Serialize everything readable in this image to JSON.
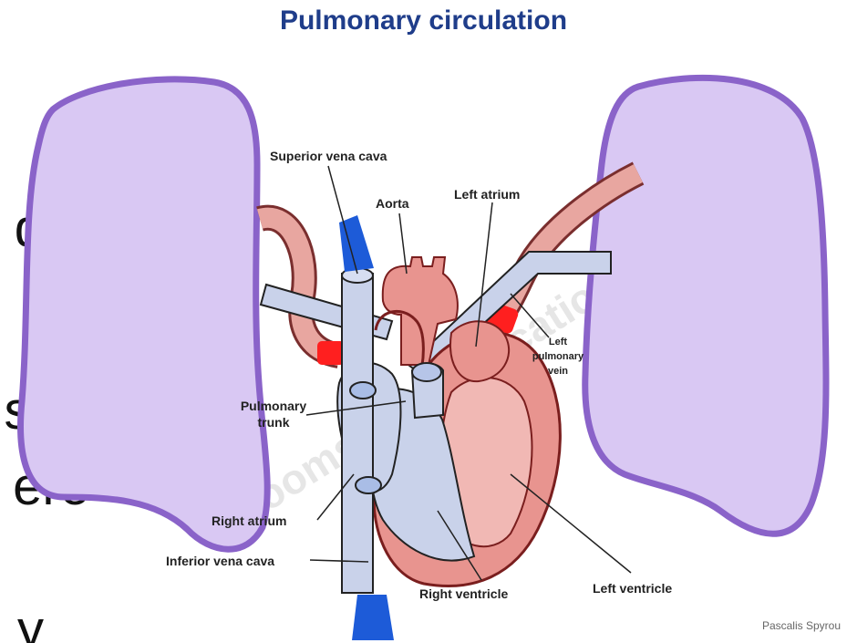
{
  "title": "Pulmonary circulation",
  "slide_text_fragments": [
    "d",
    "sed",
    "ere",
    "y"
  ],
  "labels": {
    "superior_vena_cava": "Superior vena cava",
    "aorta": "Aorta",
    "left_atrium": "Left atrium",
    "left_pulmonary_vein_line1": "Left",
    "left_pulmonary_vein_line2": "pulmonary",
    "left_pulmonary_vein_line3": "vein",
    "pulmonary_trunk_line1": "Pulmonary",
    "pulmonary_trunk_line2": "trunk",
    "right_atrium": "Right atrium",
    "inferior_vena_cava": "Inferior vena cava",
    "right_ventricle": "Right ventricle",
    "left_ventricle": "Left ventricle"
  },
  "credit": "Pascalis Spyrou",
  "watermark": "Bloomsbury Educational Ltd",
  "colors": {
    "lung_fill": "#d9c8f3",
    "lung_stroke": "#8a63c9",
    "deoxygenated": "#c9d2ea",
    "oxygenated": "#e99a98",
    "heart": "#e8948f",
    "vessel_pink": "#e8a6a0",
    "blue_flow": "#1d5bd8",
    "red_flow": "#ff1f1f",
    "title": "#1f3d8a"
  }
}
